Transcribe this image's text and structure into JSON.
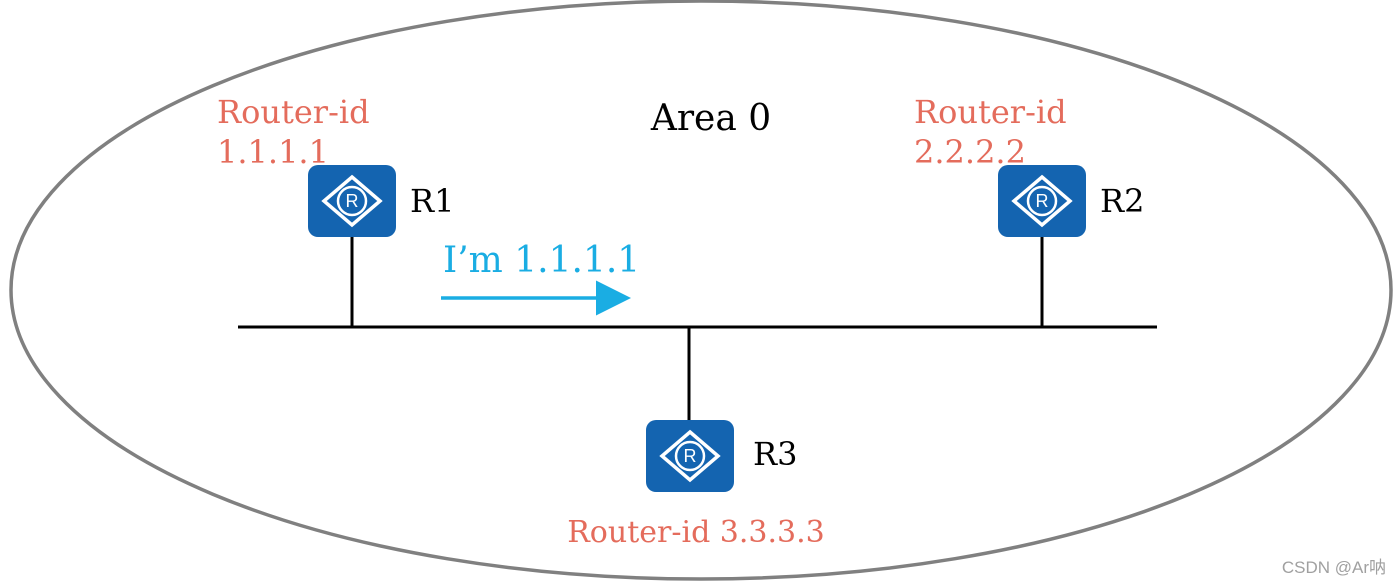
{
  "diagram": {
    "area_label": "Area 0",
    "colors": {
      "boundary": "#808080",
      "router_fill": "#1464B0",
      "router_id_text": "#E46C5C",
      "message_text": "#1AADE3",
      "link": "#000000",
      "label": "#000000"
    },
    "routers": [
      {
        "name": "R1",
        "icon": "router-icon",
        "router_id_line1": "Router-id",
        "router_id_line2": "1.1.1.1"
      },
      {
        "name": "R2",
        "icon": "router-icon",
        "router_id_line1": "Router-id",
        "router_id_line2": "2.2.2.2"
      },
      {
        "name": "R3",
        "icon": "router-icon",
        "router_id_full": "Router-id 3.3.3.3"
      }
    ],
    "message": {
      "text": "I’m 1.1.1.1",
      "direction": "right"
    }
  },
  "watermark": "CSDN @Ar呐"
}
